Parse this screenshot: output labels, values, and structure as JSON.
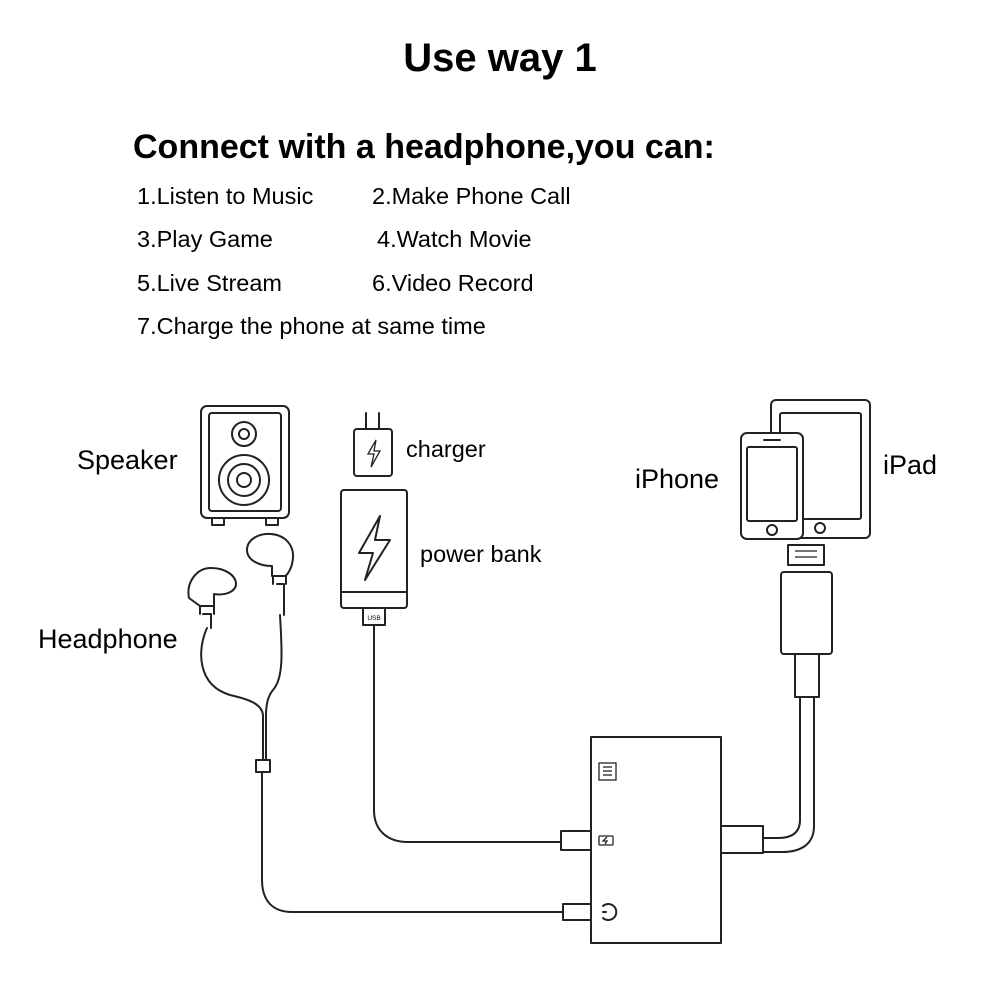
{
  "title": "Use way 1",
  "subtitle": "Connect with a headphone,you can:",
  "features": [
    "1.Listen to Music",
    "2.Make Phone Call",
    "3.Play Game",
    "4.Watch Movie",
    "5.Live Stream",
    "6.Video Record",
    "7.Charge the phone at same time"
  ],
  "labels": {
    "speaker": "Speaker",
    "headphone": "Headphone",
    "charger": "charger",
    "power_bank": "power bank",
    "iphone": "iPhone",
    "ipad": "iPad",
    "usb": "USB"
  },
  "icons": {
    "speaker": "speaker-icon",
    "headphone": "earphones-icon",
    "charger": "wall-charger-icon",
    "power_bank": "power-bank-icon",
    "iphone": "iphone-icon",
    "ipad": "ipad-icon",
    "lightning_plug": "lightning-plug-icon",
    "adapter": "adapter-splitter-icon"
  }
}
